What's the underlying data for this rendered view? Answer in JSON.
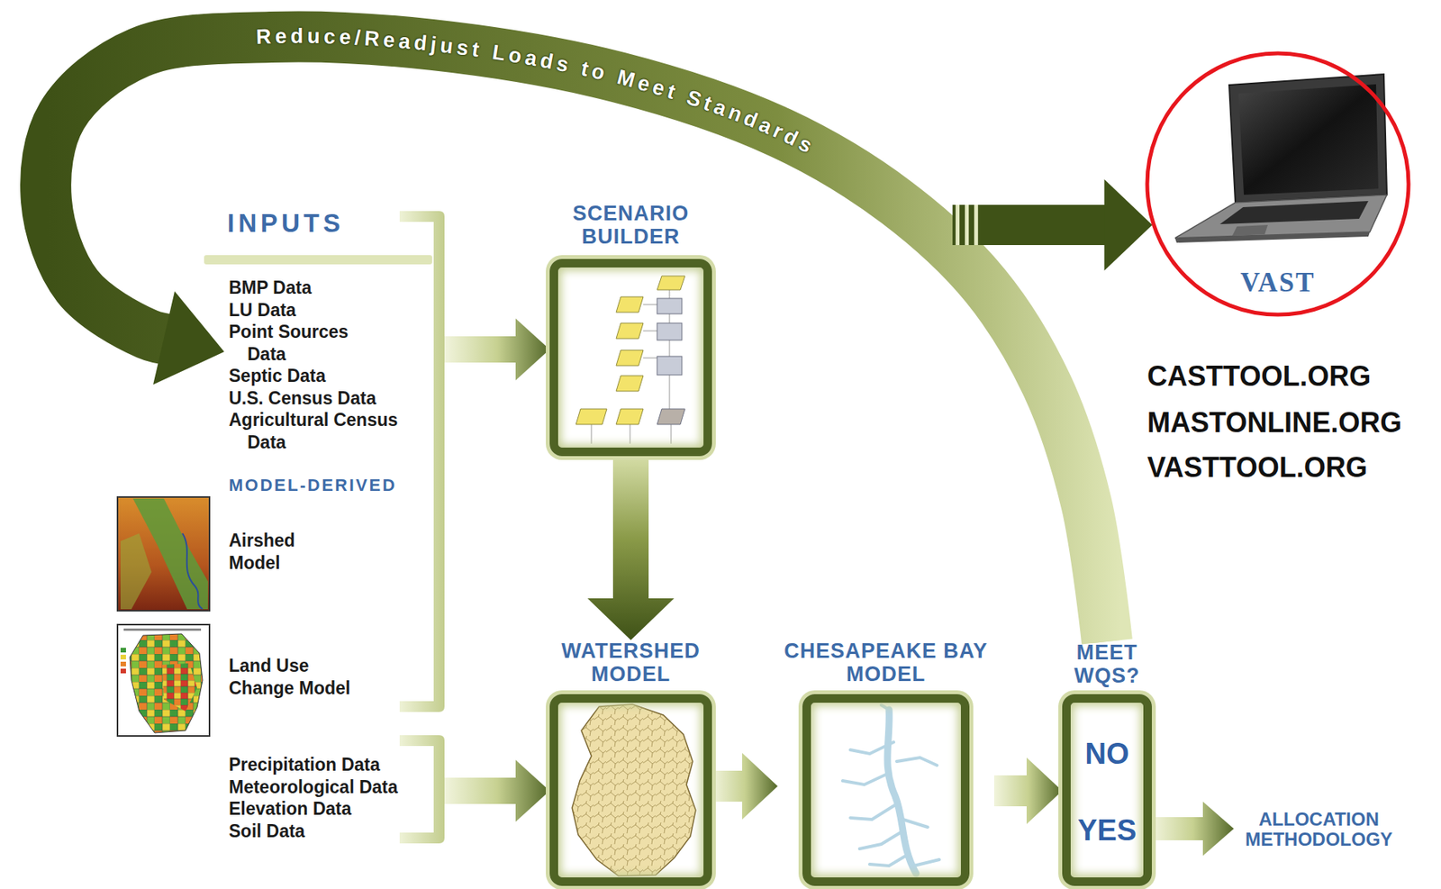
{
  "diagram": {
    "nodes": [
      {
        "text": [
          "INPUTS",
          "BMP Data",
          "LU Data",
          "Point Sources Data",
          "Septic Data",
          "U.S. Census Data",
          "Agricultural Census Data",
          "MODEL-DERIVED",
          "Airshed Model",
          "Land Use Change Model"
        ]
      },
      {
        "text": [
          "Precipitation Data",
          "Meteorological Data",
          "Elevation Data",
          "Soil Data"
        ]
      },
      {
        "text": [
          "SCENARIO BUILDER"
        ]
      },
      {
        "text": [
          "WATERSHED MODEL"
        ]
      },
      {
        "text": [
          "CHESAPEAKE BAY MODEL"
        ]
      },
      {
        "text": [
          "MEET WQS?",
          "NO",
          "YES"
        ]
      },
      {
        "text": [
          "ALLOCATION METHODOLOGY"
        ]
      },
      {
        "text": [
          "VAST"
        ]
      }
    ],
    "edges": [
      {
        "from": 0,
        "to": 2,
        "arrow": "to"
      },
      {
        "from": 1,
        "to": 3,
        "arrow": "to"
      },
      {
        "from": 2,
        "to": 3,
        "arrow": "to"
      },
      {
        "from": 3,
        "to": 4,
        "arrow": "to"
      },
      {
        "from": 4,
        "to": 5,
        "arrow": "to"
      },
      {
        "from": 5,
        "to": 6,
        "arrow": "to"
      },
      {
        "from": 5,
        "to": 0,
        "label": "Reduce/Readjust Loads to Meet Standards",
        "arrow": "to"
      },
      {
        "from": 5,
        "to": 7,
        "arrow": "to"
      }
    ],
    "labels": [
      "CASTTOOL.ORG",
      "MASTONLINE.ORG",
      "VASTTOOL.ORG"
    ]
  }
}
